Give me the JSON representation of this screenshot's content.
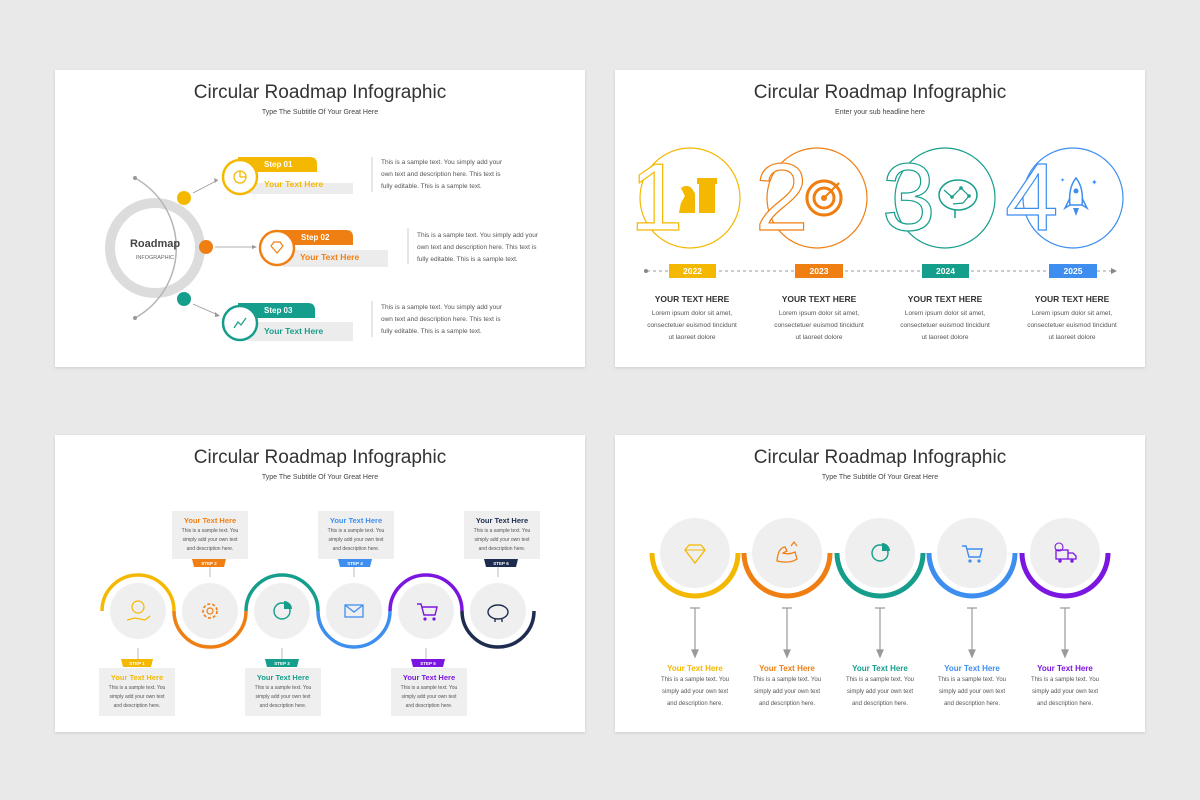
{
  "colors": {
    "yellow": "#f5b800",
    "orange": "#f07f13",
    "teal": "#169e8c",
    "blue": "#3e8ef0",
    "purple": "#7a16e0",
    "navy": "#1e2d4f",
    "gray": "#dcdcdc"
  },
  "slide1": {
    "title": "Circular Roadmap Infographic",
    "subtitle": "Type The Subtitle Of Your Great Here",
    "center_title": "Roadmap",
    "center_sub": "INFOGRAPHIC",
    "steps": [
      {
        "label": "Step 01",
        "text": "Your Text Here",
        "icon": "pie-chart-icon",
        "desc": [
          "This is a sample text. You simply add your",
          "own text and description here. This text is",
          "fully editable. This is a sample text."
        ]
      },
      {
        "label": "Step 02",
        "text": "Your Text Here",
        "icon": "diamond-icon",
        "desc": [
          "This is a sample text. You simply add your",
          "own text and description here. This text is",
          "fully editable. This is a sample text."
        ]
      },
      {
        "label": "Step 03",
        "text": "Your Text Here",
        "icon": "growth-icon",
        "desc": [
          "This is a sample text. You simply add your",
          "own text and description here. This text is",
          "fully editable. This is a sample text."
        ]
      }
    ]
  },
  "slide2": {
    "title": "Circular Roadmap Infographic",
    "subtitle": "Enter your sub headline here",
    "items": [
      {
        "number": "1",
        "year": "2022",
        "heading": "YOUR TEXT HERE",
        "icon": "chess-icon",
        "desc": [
          "Lorem ipsum dolor sit amet,",
          "consectetuer euismod tincidunt",
          "ut laoreet dolore"
        ]
      },
      {
        "number": "2",
        "year": "2023",
        "heading": "YOUR TEXT HERE",
        "icon": "target-icon",
        "desc": [
          "Lorem ipsum dolor sit amet,",
          "consectetuer euismod tincidunt",
          "ut laoreet dolore"
        ]
      },
      {
        "number": "3",
        "year": "2024",
        "heading": "YOUR TEXT HERE",
        "icon": "brain-icon",
        "desc": [
          "Lorem ipsum dolor sit amet,",
          "consectetuer euismod tincidunt",
          "ut laoreet dolore"
        ]
      },
      {
        "number": "4",
        "year": "2025",
        "heading": "YOUR TEXT HERE",
        "icon": "rocket-icon",
        "desc": [
          "Lorem ipsum dolor sit amet,",
          "consectetuer euismod tincidunt",
          "ut laoreet dolore"
        ]
      }
    ]
  },
  "slide3": {
    "title": "Circular Roadmap Infographic",
    "subtitle": "Type The Subtitle Of Your Great Here",
    "steps": [
      {
        "step": "STEP 1",
        "title": "Your Text Here",
        "icon": "money-hand-icon",
        "desc": [
          "This is a sample text. You",
          "simply add your own text",
          "and description here."
        ]
      },
      {
        "step": "STEP 2",
        "title": "Your Text Here",
        "icon": "gear-icon",
        "desc": [
          "This is a sample text. You",
          "simply add your own text",
          "and description here."
        ]
      },
      {
        "step": "STEP 3",
        "title": "Your Text Here",
        "icon": "pie-chart-icon",
        "desc": [
          "This is a sample text. You",
          "simply add your own text",
          "and description here."
        ]
      },
      {
        "step": "STEP 4",
        "title": "Your Text Here",
        "icon": "mail-icon",
        "desc": [
          "This is a sample text. You",
          "simply add your own text",
          "and description here."
        ]
      },
      {
        "step": "STEP 5",
        "title": "Your Text Here",
        "icon": "cart-icon",
        "desc": [
          "This is a sample text. You",
          "simply add your own text",
          "and description here."
        ]
      },
      {
        "step": "STEP 6",
        "title": "Your Text Here",
        "icon": "piggy-bank-icon",
        "desc": [
          "This is a sample text. You",
          "simply add your own text",
          "and description here."
        ]
      }
    ]
  },
  "slide4": {
    "title": "Circular Roadmap Infographic",
    "subtitle": "Type The Subtitle Of Your Great Here",
    "items": [
      {
        "title": "Your Text Here",
        "icon": "diamond-icon",
        "desc": [
          "This is a sample text. You",
          "simply add your own text",
          "and description here."
        ]
      },
      {
        "title": "Your Text Here",
        "icon": "strength-icon",
        "desc": [
          "This is a sample text. You",
          "simply add your own text",
          "and description here."
        ]
      },
      {
        "title": "Your Text Here",
        "icon": "pie-chart-icon",
        "desc": [
          "This is a sample text. You",
          "simply add your own text",
          "and description here."
        ]
      },
      {
        "title": "Your Text Here",
        "icon": "cart-icon",
        "desc": [
          "This is a sample text. You",
          "simply add your own text",
          "and description here."
        ]
      },
      {
        "title": "Your Text Here",
        "icon": "delivery-icon",
        "desc": [
          "This is a sample text. You",
          "simply add your own text",
          "and description here."
        ]
      }
    ]
  }
}
